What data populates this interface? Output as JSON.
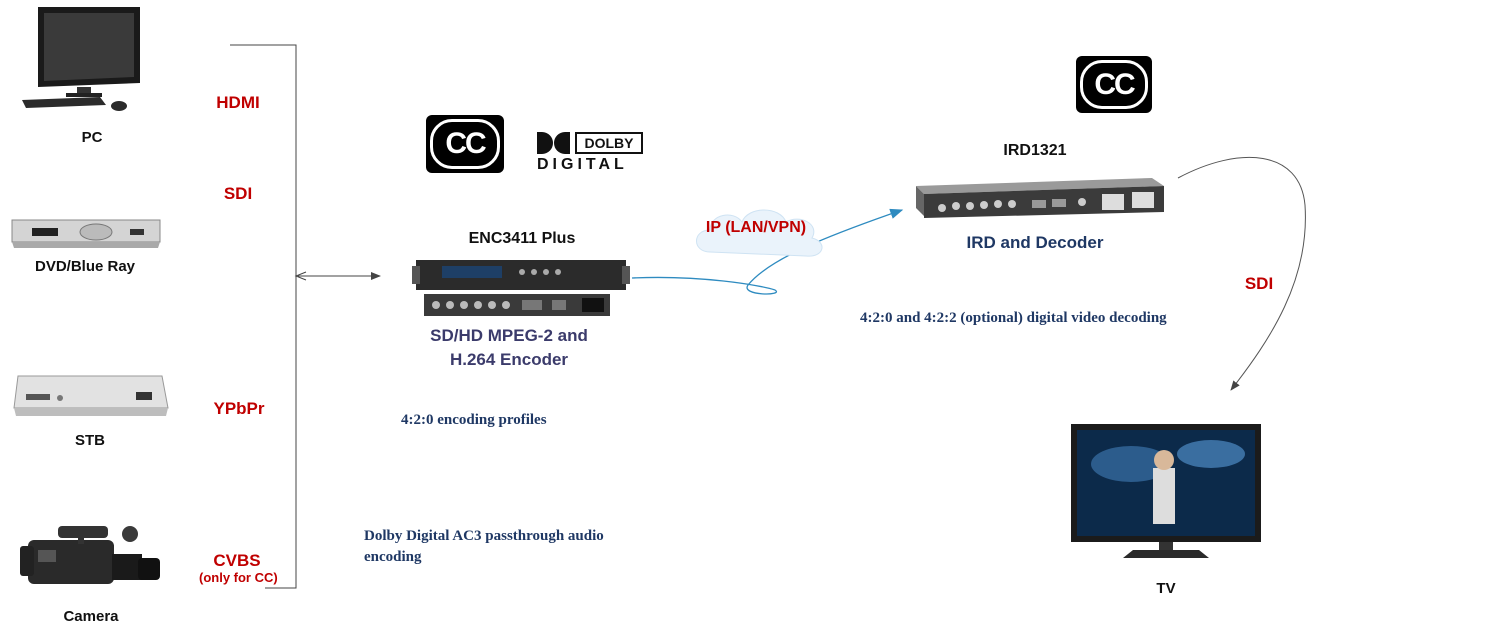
{
  "sources": {
    "pc": "PC",
    "dvd": "DVD/Blue Ray",
    "stb": "STB",
    "camera": "Camera"
  },
  "signals": {
    "hdmi": "HDMI",
    "sdi": "SDI",
    "ypbpr": "YPbPr",
    "cvbs": "CVBS",
    "cvbs_note": "(only for CC)"
  },
  "encoder": {
    "title": "ENC3411 Plus",
    "subtitle_line1": "SD/HD MPEG-2 and",
    "subtitle_line2": "H.264 Encoder",
    "feature1": "4:2:0 encoding profiles",
    "feature2": "Dolby Digital AC3 passthrough audio encoding"
  },
  "logos": {
    "cc": "CC",
    "dolby_top": "DOLBY",
    "dolby_bottom": "DIGITAL"
  },
  "network": {
    "label": "IP (LAN/VPN)"
  },
  "decoder": {
    "title": "IRD1321",
    "subtitle": "IRD and Decoder",
    "feature": "4:2:0 and 4:2:2 (optional) digital video decoding"
  },
  "output": {
    "signal": "SDI",
    "device": "TV"
  },
  "colors": {
    "signal_red": "#c00000",
    "feature_blue": "#1f3864",
    "arrow_blue": "#2e8bc0"
  }
}
